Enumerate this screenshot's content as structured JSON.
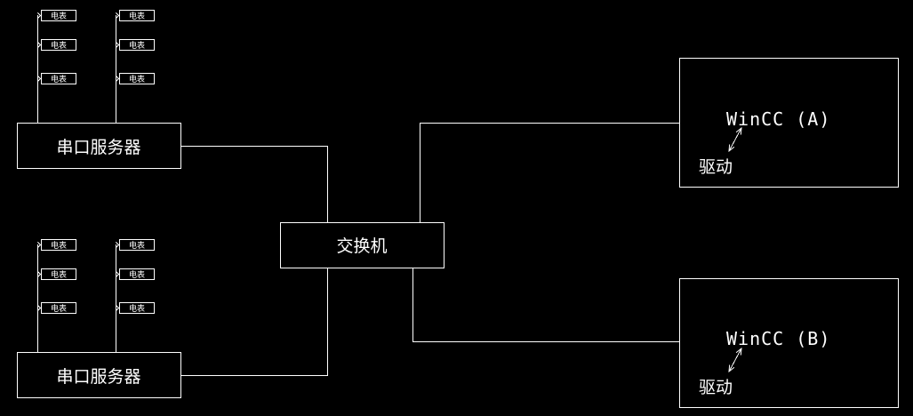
{
  "meter_label": "电表",
  "groups": [
    {
      "server_label": "串口服务器",
      "meters_per_column": 3,
      "columns": 2
    },
    {
      "server_label": "串口服务器",
      "meters_per_column": 3,
      "columns": 2
    }
  ],
  "switch_label": "交换机",
  "stations": [
    {
      "title": "WinCC (A)",
      "driver_label": "驱动"
    },
    {
      "title": "WinCC (B)",
      "driver_label": "驱动"
    }
  ],
  "colors": {
    "background": "#000000",
    "line": "#ffffff"
  }
}
